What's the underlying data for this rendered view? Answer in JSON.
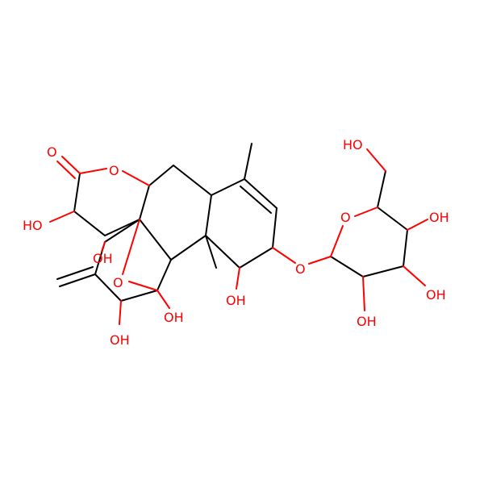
{
  "colors": {
    "bond": "#000000",
    "heteroatom": "#ff0000",
    "background": "#ffffff"
  },
  "labels": {
    "lactone_carbonyl_o": "O",
    "lactone_ring_o": "O",
    "ho_left": "HO",
    "oh_center": "OH",
    "ether_bridge_o": "O",
    "oh_bottom_left": "OH",
    "oh_bottom_mid": "OH",
    "oh_ring_c": "OH",
    "glycosidic_o": "O",
    "sugar_ring_o": "O",
    "sugar_ho_ch2": "HO",
    "sugar_oh_c4": "OH",
    "sugar_oh_c3": "OH",
    "sugar_oh_c2": "OH"
  }
}
